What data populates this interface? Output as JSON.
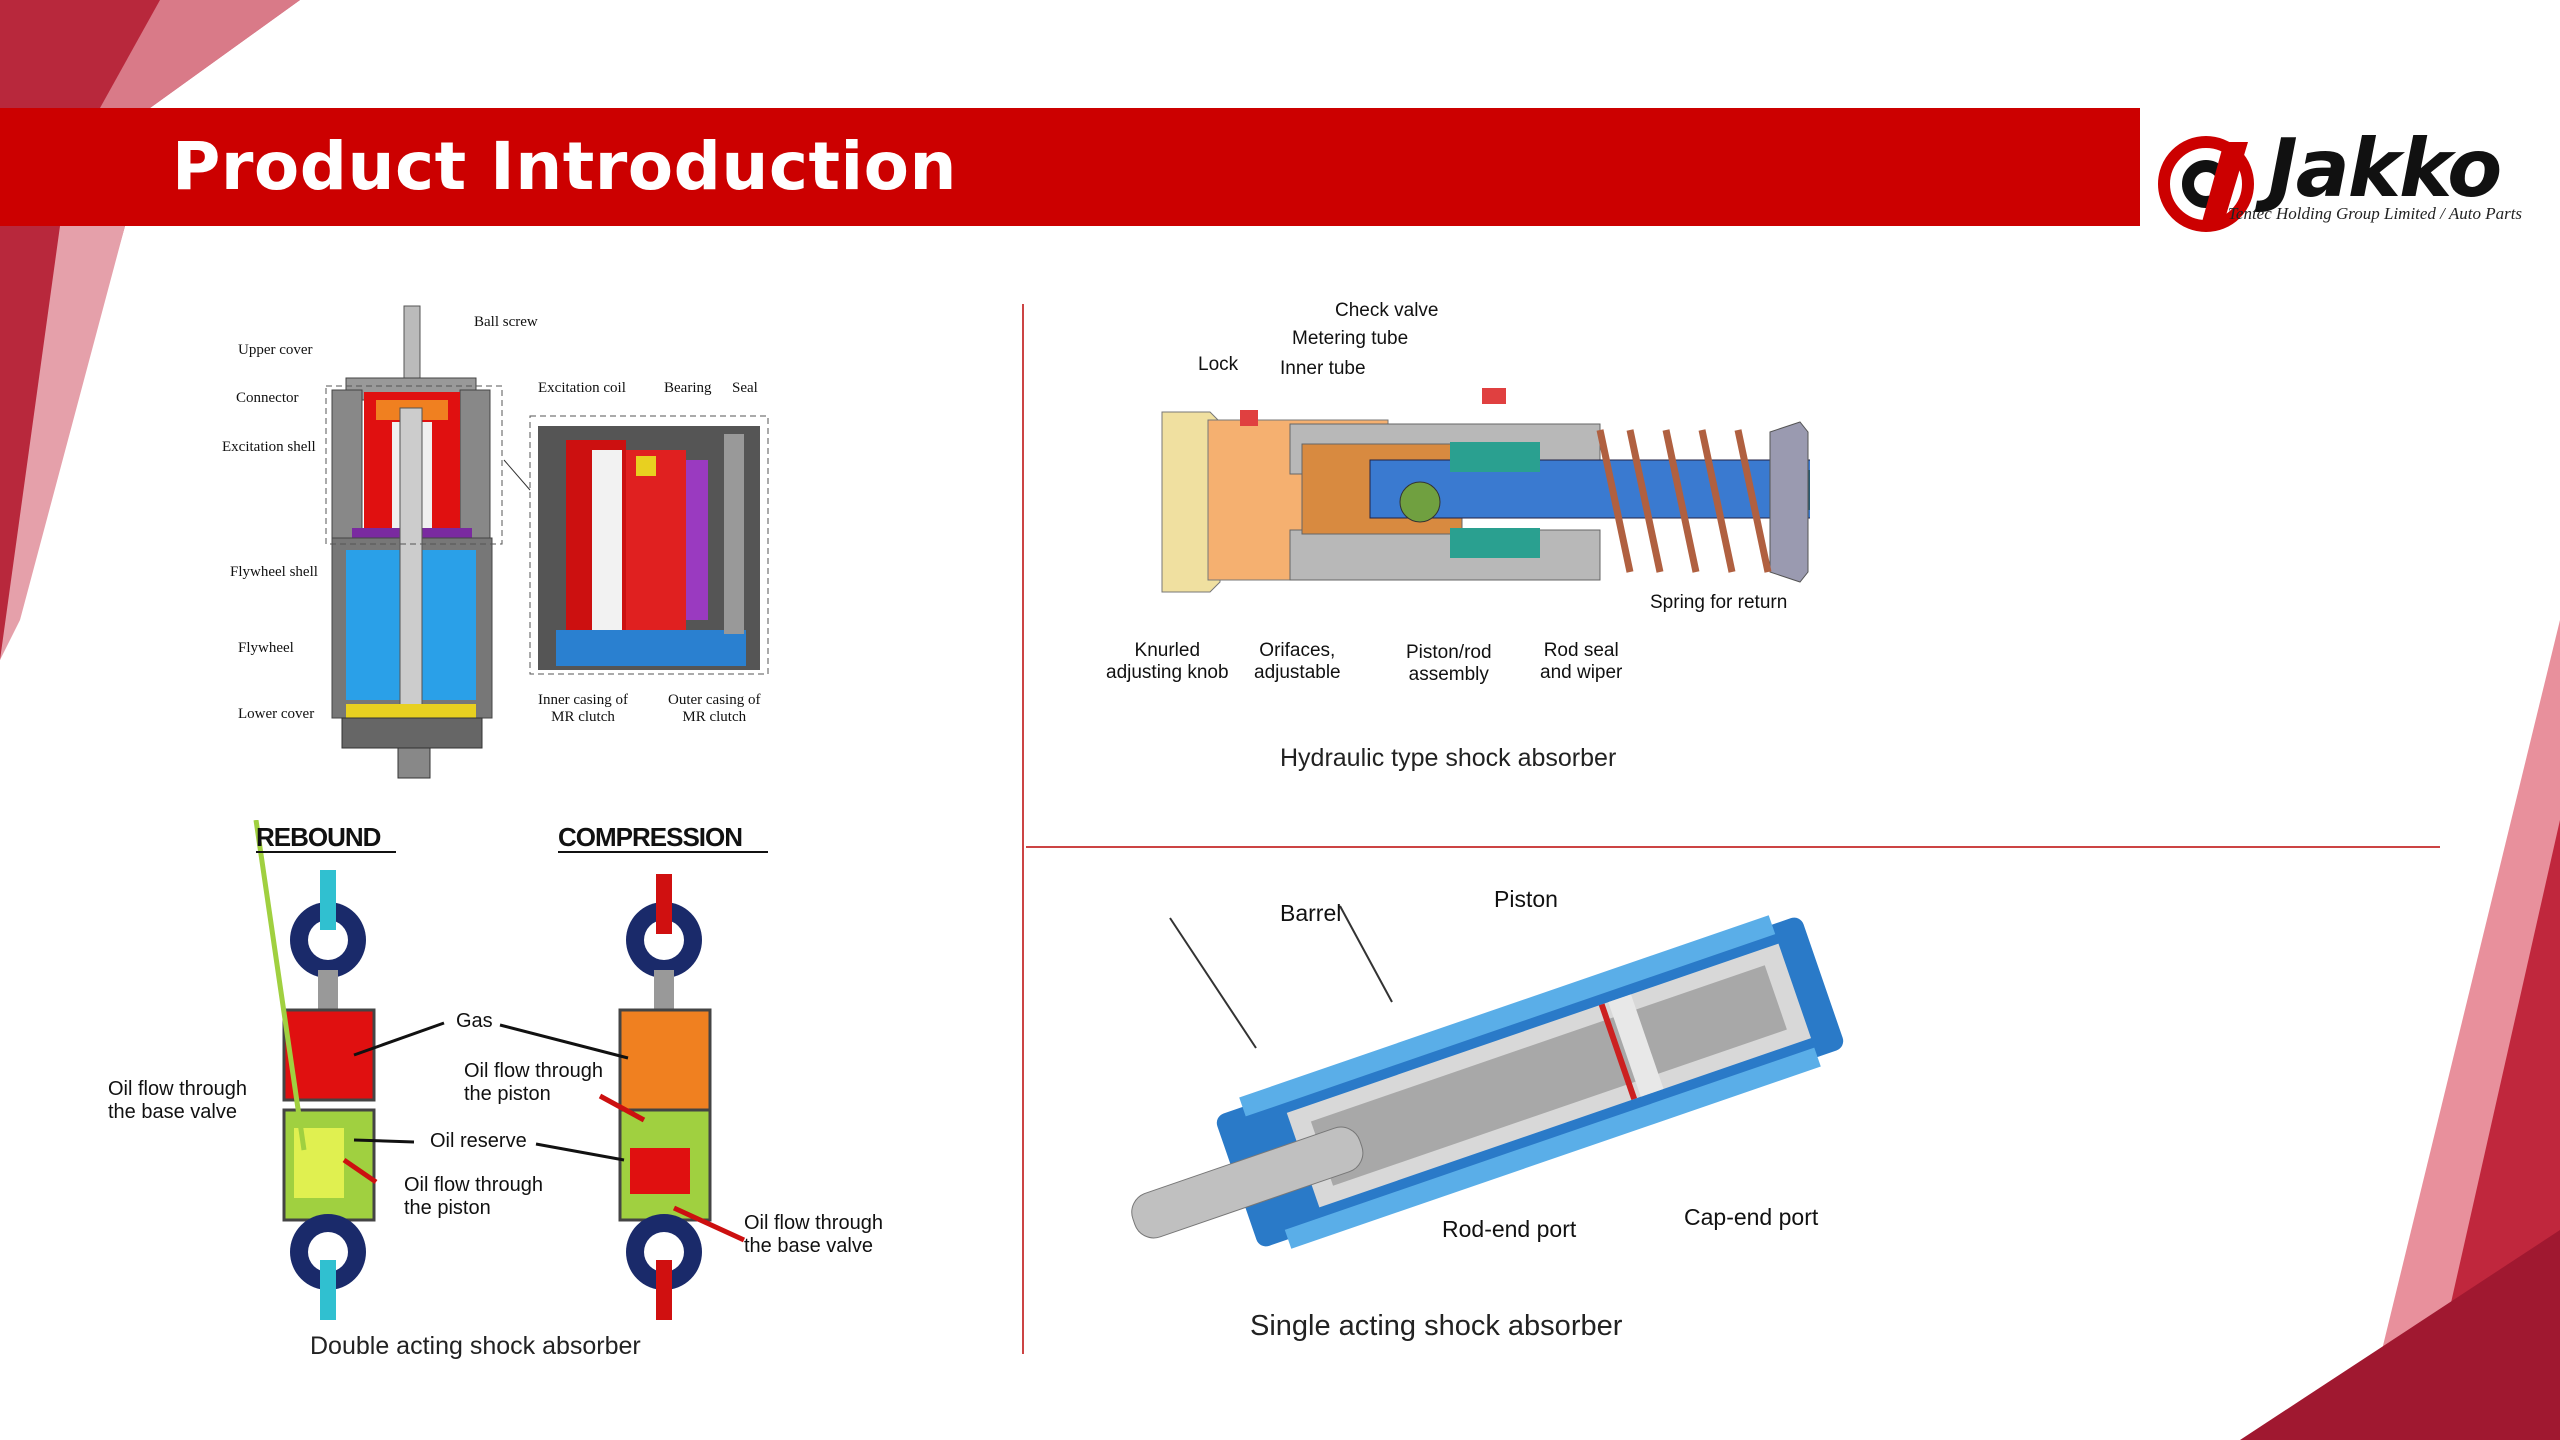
{
  "slide": {
    "title": "Product Introduction",
    "brand_color": "#cc0000"
  },
  "logo": {
    "name": "Jakko",
    "mark": "a",
    "tagline": "Tentec Holding Group Limited  / Auto Parts"
  },
  "figure_mr": {
    "labels": {
      "ball_screw": "Ball screw",
      "upper_cover": "Upper cover",
      "connector": "Connector",
      "excitation_shell": "Excitation shell",
      "flywheel_shell": "Flywheel shell",
      "flywheel": "Flywheel",
      "lower_cover": "Lower cover",
      "excitation_coil": "Excitation coil",
      "bearing": "Bearing",
      "seal": "Seal",
      "inner_casing": "Inner casing of\nMR clutch",
      "outer_casing": "Outer casing of\nMR clutch"
    }
  },
  "figure_hydraulic": {
    "labels": {
      "check_valve": "Check valve",
      "metering_tube": "Metering tube",
      "lock": "Lock",
      "inner_tube": "Inner tube",
      "knurled": "Knurled\nadjusting knob",
      "orifaces": "Orifaces,\nadjustable",
      "piston_rod": "Piston/rod\nassembly",
      "rod_seal": "Rod seal\nand wiper",
      "spring": "Spring for return"
    },
    "caption": "Hydraulic type shock absorber"
  },
  "figure_double": {
    "labels": {
      "rebound": "REBOUND",
      "compression": "COMPRESSION",
      "gas": "Gas",
      "oil_base_left": "Oil flow through\nthe base valve",
      "oil_piston_right": "Oil flow through\nthe piston",
      "oil_reserve": "Oil reserve",
      "oil_piston_left": "Oil flow through\nthe piston",
      "oil_base_right": "Oil flow through\nthe base valve"
    },
    "caption": "Double acting shock absorber"
  },
  "figure_single": {
    "labels": {
      "barrel": "Barrel",
      "piston": "Piston",
      "rod_end_port": "Rod-end port",
      "cap_end_port": "Cap-end port"
    },
    "caption": "Single acting shock absorber"
  }
}
